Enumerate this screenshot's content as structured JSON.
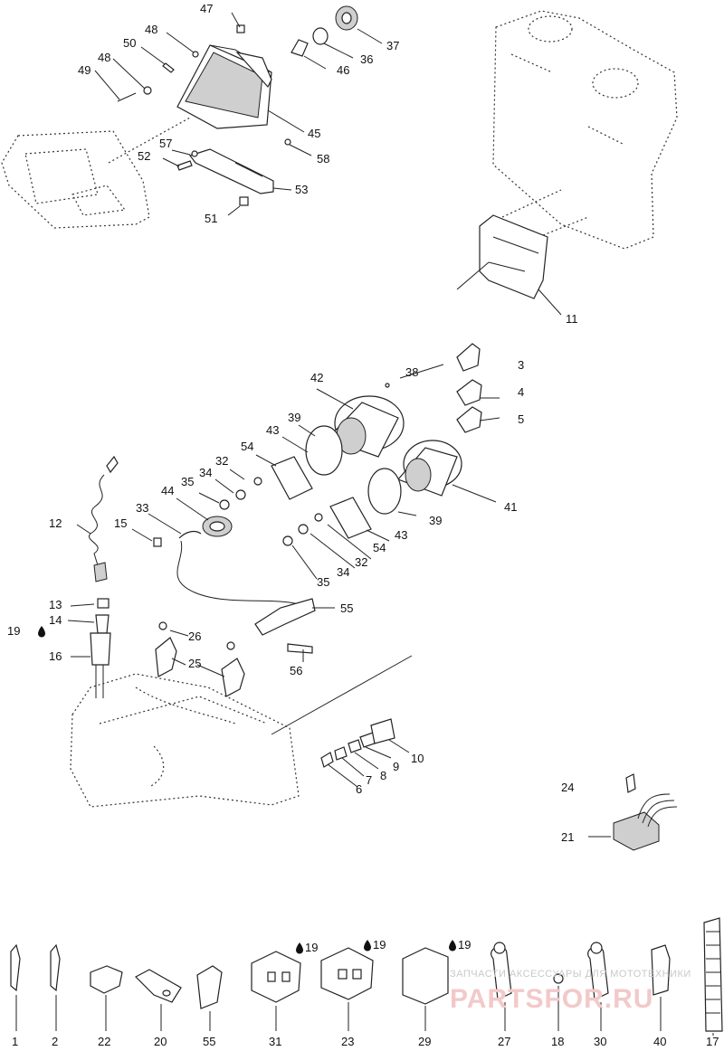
{
  "labels": {
    "l1": "1",
    "l2": "2",
    "l3": "3",
    "l4": "4",
    "l5": "5",
    "l6": "6",
    "l7": "7",
    "l8": "8",
    "l9": "9",
    "l10": "10",
    "l11": "11",
    "l12": "12",
    "l13": "13",
    "l14": "14",
    "l15": "15",
    "l16": "16",
    "l17": "17",
    "l18": "18",
    "l19": "19",
    "l19b": "19",
    "l19c": "19",
    "l19d": "19",
    "l20": "20",
    "l21": "21",
    "l22": "22",
    "l23": "23",
    "l24": "24",
    "l25": "25",
    "l26": "26",
    "l27": "27",
    "l29": "29",
    "l30": "30",
    "l31": "31",
    "l32a": "32",
    "l32b": "32",
    "l33": "33",
    "l34a": "34",
    "l34b": "34",
    "l35a": "35",
    "l35b": "35",
    "l36": "36",
    "l37": "37",
    "l38": "38",
    "l39a": "39",
    "l39b": "39",
    "l40": "40",
    "l41": "41",
    "l42": "42",
    "l43a": "43",
    "l43b": "43",
    "l44": "44",
    "l45": "45",
    "l46": "46",
    "l47": "47",
    "l48a": "48",
    "l48b": "48",
    "l49": "49",
    "l50": "50",
    "l51": "51",
    "l52": "52",
    "l53": "53",
    "l54a": "54",
    "l54b": "54",
    "l55a": "55",
    "l55b": "55",
    "l56": "56",
    "l57": "57",
    "l58": "58"
  },
  "watermark": {
    "line1": "ЗАПЧАСТИ АКСЕССУАРЫ ДЛЯ МОТОТЕХНИКИ",
    "line2": "PARTSFOR.RU"
  },
  "icons": {
    "sealant": "drop-icon"
  }
}
